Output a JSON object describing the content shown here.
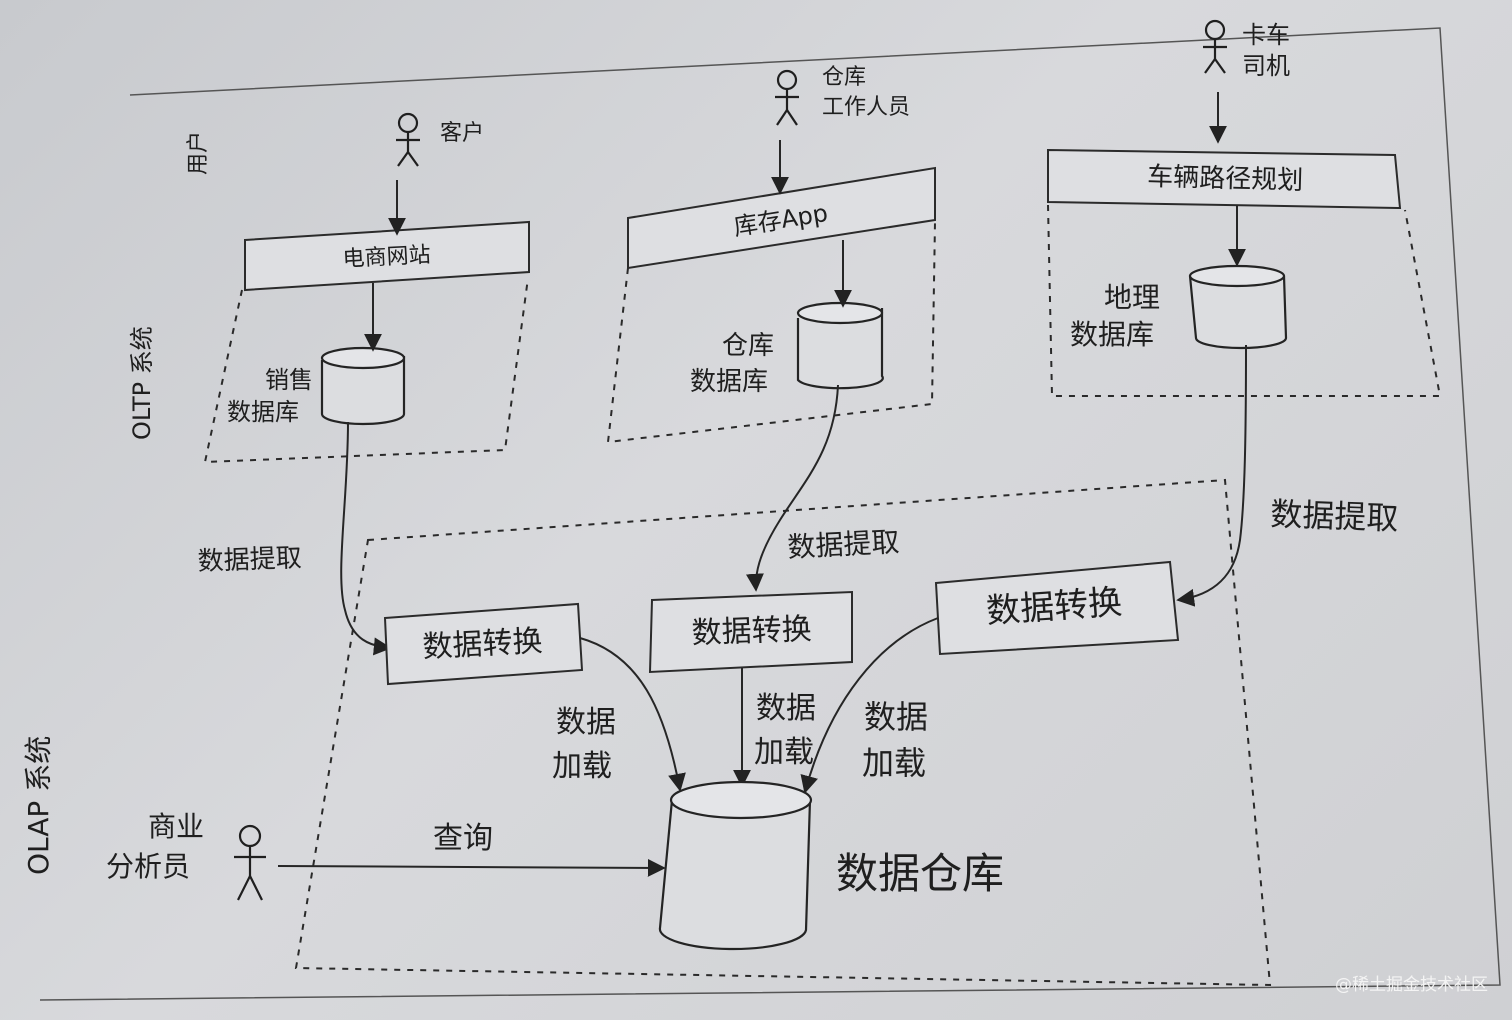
{
  "layers": {
    "users": "用户",
    "oltp": "OLTP 系统",
    "olap": "OLAP 系统"
  },
  "actors": {
    "customer": "客户",
    "warehouse_staff": [
      "仓库",
      "工作人员"
    ],
    "truck_driver": [
      "卡车",
      "司机"
    ],
    "business_analyst": [
      "商业",
      "分析员"
    ]
  },
  "apps": {
    "ecommerce": "电商网站",
    "inventory": "库存App",
    "routing": "车辆路径规划"
  },
  "databases": {
    "sales": [
      "销售",
      "数据库"
    ],
    "warehouse": [
      "仓库",
      "数据库"
    ],
    "geo": [
      "地理",
      "数据库"
    ],
    "dw": "数据仓库"
  },
  "flows": {
    "extract": "数据提取",
    "transform": "数据转换",
    "load": [
      "数据",
      "加载"
    ],
    "query": "查询"
  },
  "watermark": "@稀土掘金技术社区"
}
